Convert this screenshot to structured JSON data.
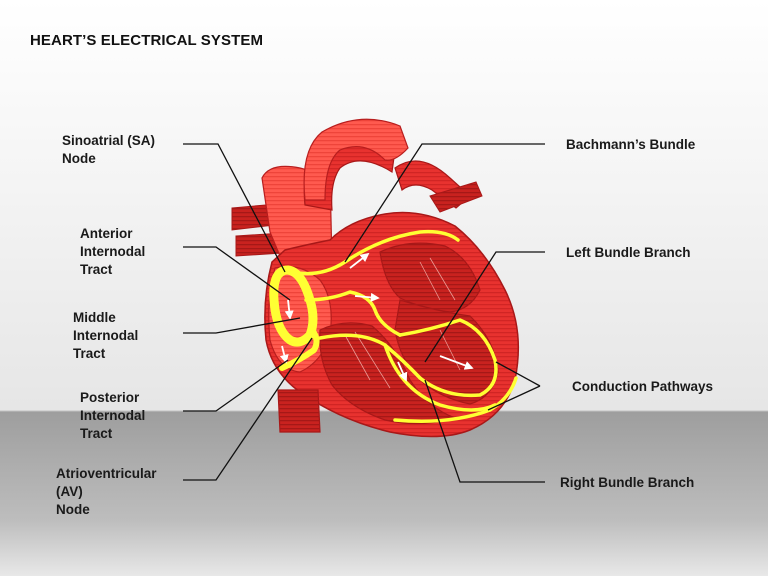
{
  "title": "HEART’S ELECTRICAL SYSTEM",
  "labels_left": [
    {
      "id": "sa",
      "lines": [
        "Sinoatrial (SA)",
        "Node"
      ]
    },
    {
      "id": "ait",
      "lines": [
        "Anterior",
        "Internodal",
        "Tract"
      ]
    },
    {
      "id": "mit",
      "lines": [
        "Middle",
        "Internodal",
        "Tract"
      ]
    },
    {
      "id": "pit",
      "lines": [
        "Posterior",
        "Internodal",
        "Tract"
      ]
    },
    {
      "id": "av",
      "lines": [
        "Atrioventricular",
        "(AV)",
        "Node"
      ]
    }
  ],
  "labels_right": [
    {
      "id": "bb",
      "text": "Bachmann’s Bundle"
    },
    {
      "id": "lbb",
      "text": "Left Bundle Branch"
    },
    {
      "id": "cp",
      "text": "Conduction Pathways"
    },
    {
      "id": "rbb",
      "text": "Right Bundle Branch"
    }
  ],
  "colors": {
    "heart": "#e8322f",
    "heart_dark": "#b81e1e",
    "heart_light": "#ff6a5e",
    "conduction": "#ffff33",
    "leader": "#111111"
  }
}
